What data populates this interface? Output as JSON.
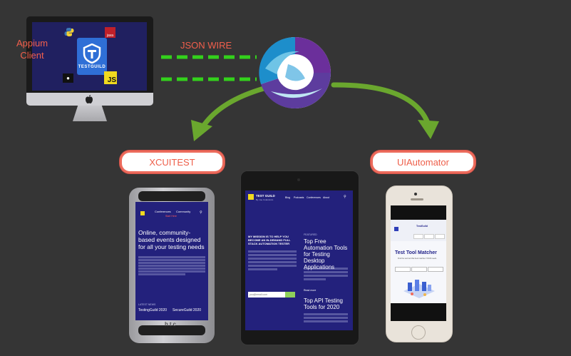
{
  "labels": {
    "client": "Appium\nClient",
    "wire": "JSON WIRE",
    "xcuitest": "XCUITEST",
    "uiautomator": "UIAutomator"
  },
  "monitor": {
    "brand": "TESTGUILD",
    "java_tag": "java",
    "js_tag": "JS"
  },
  "htc": {
    "nav_1": "Conferences",
    "nav_2": "Community",
    "nav_3": "Start Here",
    "headline": "Online, community-based events designed for all your testing needs",
    "section": "LATEST NEWS",
    "news_1": "TestingGuild 2020",
    "news_2": "SecureGuild 2020",
    "logo": "htc"
  },
  "tablet": {
    "brand": "TEST GUILD",
    "byline": "By Joe Colantonio",
    "nav": [
      "Blog",
      "Podcasts",
      "Conferences",
      "About"
    ],
    "mission": "MY MISSION IS TO HELP YOU BECOME AN IN-DEMAND FULL STACK AUTOMATION TESTER",
    "featured": "FEATURED",
    "headline_1": "Top Free Automation Tools for Testing Desktop Applications",
    "read_more": "Read more",
    "headline_2": "Top API Testing Tools for 2020",
    "email_placeholder": "you@email.com"
  },
  "iphone": {
    "brand": "TestGuild",
    "title": "Test Tool Matcher",
    "subtitle": "Find the test tool that best matches YOUR needs"
  },
  "colors": {
    "background": "#353535",
    "arrow_green": "#6aa72e",
    "dash_green": "#33d11c",
    "accent_red": "#f25f4c"
  }
}
